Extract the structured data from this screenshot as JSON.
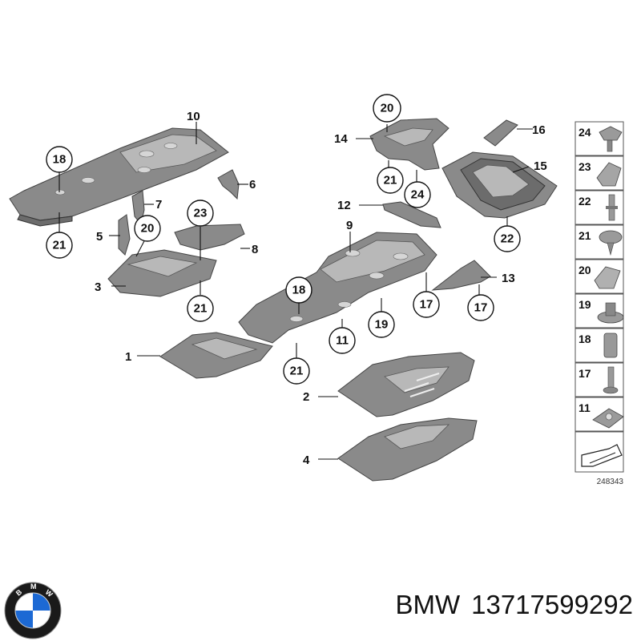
{
  "diagram": {
    "figure_number": "248343",
    "leader_labels": [
      "10",
      "16",
      "14",
      "15",
      "6",
      "7",
      "5",
      "8",
      "12",
      "9",
      "3",
      "13",
      "1",
      "2",
      "4"
    ],
    "bubble_labels": [
      "18",
      "21",
      "20",
      "23",
      "21",
      "20",
      "21",
      "24",
      "22",
      "18",
      "17",
      "17",
      "11",
      "19",
      "21"
    ],
    "legend": [
      "24",
      "23",
      "22",
      "21",
      "20",
      "19",
      "18",
      "17",
      "11"
    ]
  },
  "brand": {
    "name": "BMW",
    "part_number": "13717599292",
    "logo_letters": "BMW"
  },
  "colors": {
    "part_fill": "#8a8a8a",
    "logo_blue": "#1c69d4",
    "logo_ring": "#1a1a1a"
  }
}
